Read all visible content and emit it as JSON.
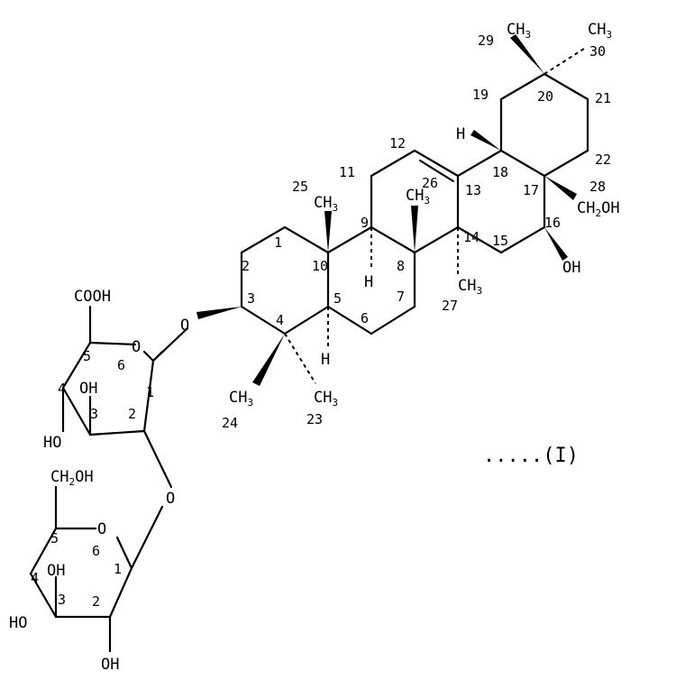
{
  "compound_label": ".....(I)",
  "atoms": {
    "ch3_29": "CH",
    "ch3_29_sub": "3",
    "ch3_30": "CH",
    "ch3_30_sub": "3",
    "ch3_25": "CH",
    "ch3_25_sub": "3",
    "ch3_26": "CH",
    "ch3_26_sub": "3",
    "ch3_27": "CH",
    "ch3_27_sub": "3",
    "ch3_24": "CH",
    "ch3_24_sub": "3",
    "ch3_23": "CH",
    "ch3_23_sub": "3",
    "ch2oh_28": "CH",
    "ch2oh_28_sub": "2",
    "ch2oh_28_tail": "OH",
    "oh_16": "OH",
    "h_18": "H",
    "h_9": "H",
    "h_5": "H",
    "o_ether1": "O",
    "o_ether2": "O",
    "o_ring1": "O",
    "o_ring2": "O",
    "cooh": "COOH",
    "oh_s1_4": "OH",
    "oh_s1_3": "HO",
    "ch2oh_s2": "CH",
    "ch2oh_s2_sub": "2",
    "ch2oh_s2_tail": "OH",
    "oh_s2_4": "OH",
    "oh_s2_3": "HO",
    "oh_s2_2": "OH"
  },
  "numbers": {
    "n1": "1",
    "n2": "2",
    "n3": "3",
    "n4": "4",
    "n5": "5",
    "n6": "6",
    "n7": "7",
    "n8": "8",
    "n9": "9",
    "n10": "10",
    "n11": "11",
    "n12": "12",
    "n13": "13",
    "n14": "14",
    "n15": "15",
    "n16": "16",
    "n17": "17",
    "n18": "18",
    "n19": "19",
    "n20": "20",
    "n21": "21",
    "n22": "22",
    "n23": "23",
    "n24": "24",
    "n25": "25",
    "n26": "26",
    "n27": "27",
    "n28": "28",
    "n29": "29",
    "n30": "30",
    "s1_1": "1",
    "s1_2": "2",
    "s1_3": "3",
    "s1_4": "4",
    "s1_5": "5",
    "s1_6": "6",
    "s2_1": "1",
    "s2_2": "2",
    "s2_3": "3",
    "s2_4": "4",
    "s2_5": "5",
    "s2_6": "6"
  }
}
